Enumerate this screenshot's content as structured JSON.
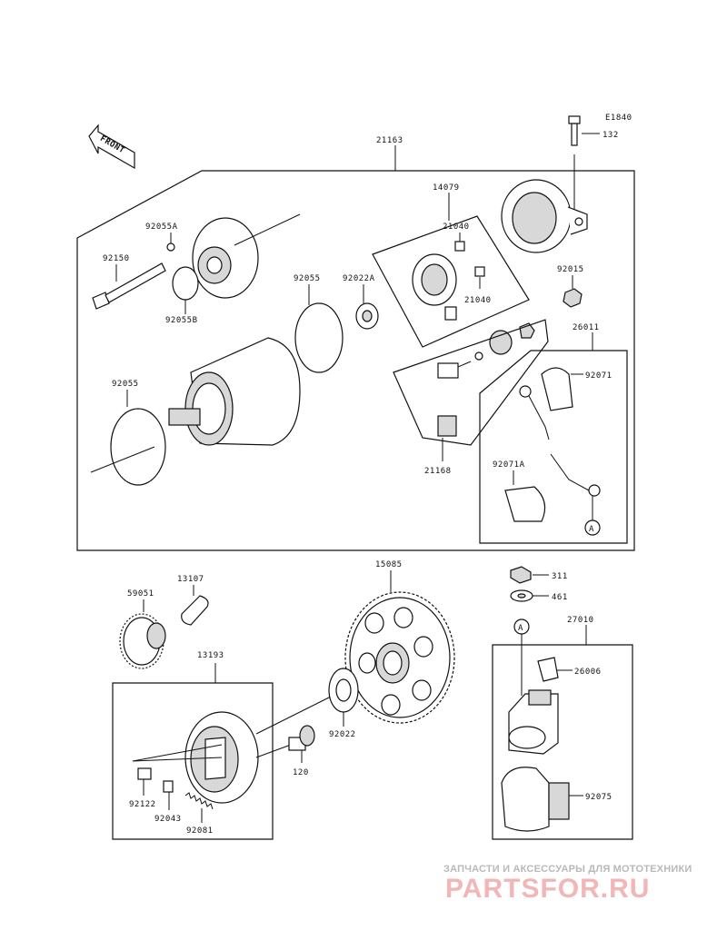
{
  "diagram_code": "E1840",
  "front_label": "FRONT",
  "parts": {
    "p21163": "21163",
    "p132": "132",
    "p14079": "14079",
    "p21040a": "21040",
    "p21040b": "21040",
    "p92055A": "92055A",
    "p92150": "92150",
    "p92055B": "92055B",
    "p92055a": "92055",
    "p92022A": "92022A",
    "p92015": "92015",
    "p26011": "26011",
    "p92071": "92071",
    "p92055b": "92055",
    "p21168": "21168",
    "p92071A": "92071A",
    "pA1": "A",
    "p15085": "15085",
    "p59051": "59051",
    "p13107": "13107",
    "p311": "311",
    "p461": "461",
    "pA2": "A",
    "p27010": "27010",
    "p13193": "13193",
    "p26006": "26006",
    "p92022": "92022",
    "p120": "120",
    "p92075": "92075",
    "p92122": "92122",
    "p92043": "92043",
    "p92081": "92081"
  },
  "watermark": {
    "tagline": "ЗАПЧАСТИ И АКСЕССУАРЫ ДЛЯ МОТОТЕХНИКИ",
    "logo": "PARTSFOR.RU"
  }
}
